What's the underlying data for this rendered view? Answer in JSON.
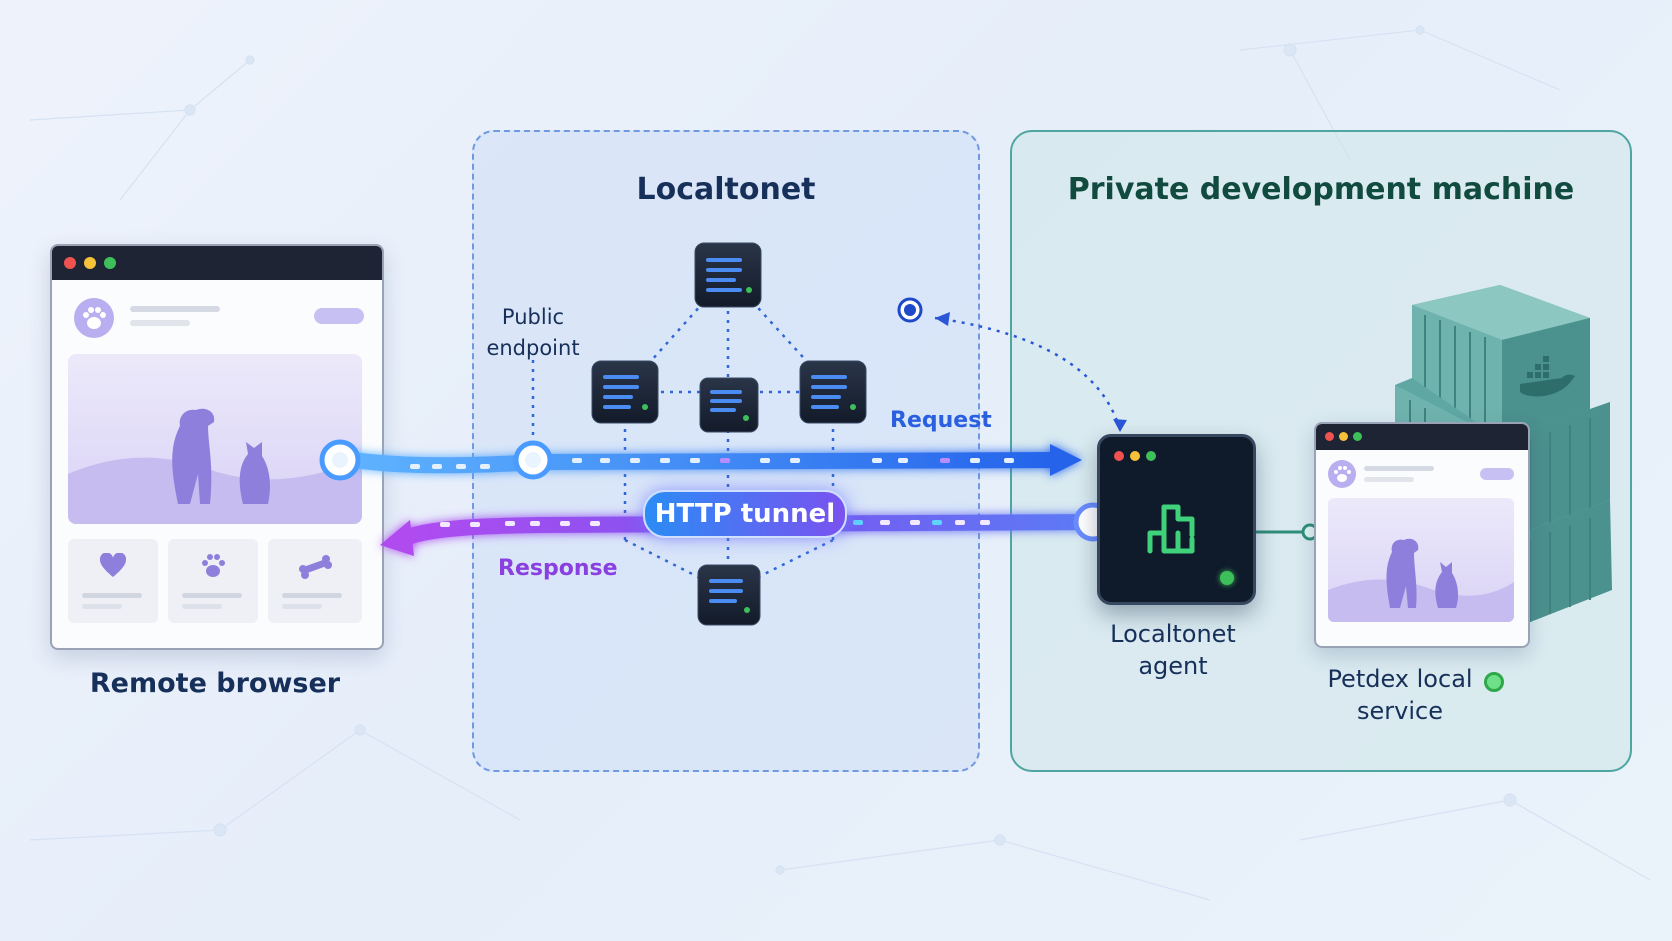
{
  "groups": {
    "cloud_title": "Localtonet",
    "private_title": "Private development machine"
  },
  "nodes": {
    "browser_label": "Remote browser",
    "public_endpoint_label_line1": "Public",
    "public_endpoint_label_line2": "endpoint",
    "agent_label_line1": "Localtonet",
    "agent_label_line2": "agent",
    "service_label_line1": "Petdex local",
    "service_label_line2": "service"
  },
  "flows": {
    "request_label": "Request",
    "response_label": "Response",
    "tunnel_label": "HTTP tunnel"
  },
  "icons": {
    "browser_logo": "paw-icon",
    "card_icons": [
      "heart-icon",
      "paw-icon",
      "bone-icon"
    ],
    "agent_logo": "localtonet-link-icon",
    "containers": "docker-whale-icon"
  },
  "colors": {
    "request": "#2a6cf0",
    "response": "#8a3fe0",
    "cloud_border": "#6f9ae0",
    "private_border": "#4fa6a0",
    "status_online": "#3dc05a"
  }
}
